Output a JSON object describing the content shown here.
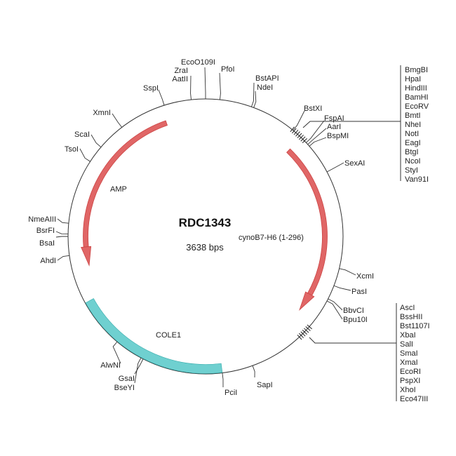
{
  "plasmid": {
    "name": "RDC1343",
    "size_label": "3638 bps"
  },
  "features": {
    "amp": "AMP",
    "cyno": "cynoB7-H6 (1-296)",
    "cole1": "COLE1",
    "colors": {
      "cds": "#e06666",
      "cds_edge": "#c44",
      "origin": "#6fd0d0",
      "origin_edge": "#3aa"
    }
  },
  "sites": {
    "eco0109i": "EcoO109I",
    "zrai": "ZraI",
    "aatii": "AatII",
    "pfoi": "PfoI",
    "bstapi": "BstAPI",
    "ndei": "NdeI",
    "sspi": "SspI",
    "xmni": "XmnI",
    "scai": "ScaI",
    "tsoi": "TsoI",
    "nmeaiii": "NmeAIII",
    "bsrfi": "BsrFI",
    "bsai": "BsaI",
    "ahdi": "AhdI",
    "bstxi": "BstXI",
    "fspai": "FspAI",
    "aari": "AarI",
    "bspmi": "BspMI",
    "sexai": "SexAI",
    "xcmi": "XcmI",
    "pasi": "PasI",
    "bbvci": "BbvCI",
    "bpu10i": "Bpu10I",
    "sapi": "SapI",
    "pcii": "PciI",
    "gsai": "GsaI",
    "bseyi": "BseYI",
    "alwni": "AlwNI"
  },
  "mcs_top": [
    "BmgBI",
    "HpaI",
    "HindIII",
    "BamHI",
    "EcoRV",
    "BmtI",
    "NheI",
    "NotI",
    "EagI",
    "BtgI",
    "NcoI",
    "StyI",
    "Van91I"
  ],
  "mcs_bottom": [
    "AscI",
    "BssHII",
    "Bst1107I",
    "XbaI",
    "SalI",
    "SmaI",
    "XmaI",
    "EcoRI",
    "PspXI",
    "XhoI",
    "Eco47III"
  ]
}
